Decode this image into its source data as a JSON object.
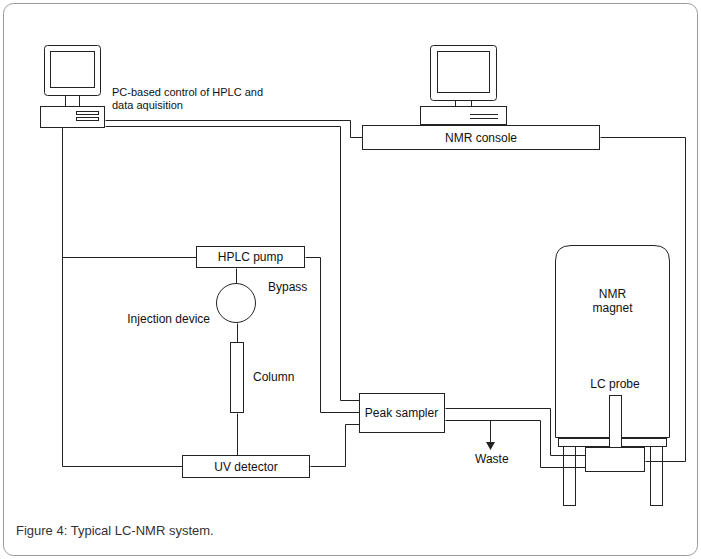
{
  "diagram": {
    "caption": "Figure 4: Typical LC-NMR system.",
    "nodes": [
      {
        "text": [
          "PC-based control of HPLC and data aquisition"
        ]
      },
      {
        "text": [
          "NMR console"
        ]
      },
      {
        "text": [
          "NMR magnet"
        ]
      },
      {
        "text": [
          "LC probe"
        ],
        "in": 2
      },
      {
        "text": [
          "HPLC pump"
        ]
      },
      {
        "text": [
          "Injection device"
        ]
      },
      {
        "text": [
          "Column"
        ]
      },
      {
        "text": [
          "UV detector"
        ]
      },
      {
        "text": [
          "Peak sampler"
        ]
      }
    ],
    "edges": [
      {
        "from": 0,
        "to": 4,
        "arrow": "none"
      },
      {
        "from": 0,
        "to": 7,
        "arrow": "none"
      },
      {
        "from": 0,
        "to": 1,
        "arrow": "none"
      },
      {
        "from": 0,
        "to": 8,
        "arrow": "none"
      },
      {
        "from": 1,
        "to": 3,
        "arrow": "none"
      },
      {
        "from": 4,
        "to": 5,
        "arrow": "none"
      },
      {
        "from": 5,
        "to": 6,
        "arrow": "none"
      },
      {
        "from": 6,
        "to": 7,
        "arrow": "none"
      },
      {
        "from": 7,
        "to": 8,
        "arrow": "none"
      },
      {
        "from": 4,
        "to": 8,
        "label": "Bypass",
        "arrow": "none"
      },
      {
        "from": 8,
        "to": 3,
        "arrow": "none"
      },
      {
        "from": 8,
        "to": 3,
        "arrow": "none"
      }
    ],
    "labels": [
      "Waste"
    ]
  }
}
